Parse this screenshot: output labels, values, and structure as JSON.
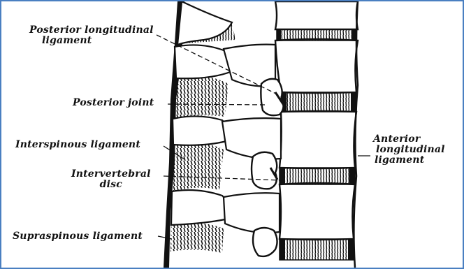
{
  "labels": {
    "posterior_longitudinal": [
      "Posterior longitudinal",
      "ligament"
    ],
    "posterior_joint": "Posterior joint",
    "interspinous": "Interspinous ligament",
    "intervertebral": [
      "Intervertebral",
      "disc"
    ],
    "supraspinous": "Supraspinous ligament",
    "anterior_longitudinal": [
      "Anterior",
      "longitudinal",
      "ligament"
    ]
  },
  "colors": {
    "ink": "#111111",
    "frame": "#4a7fc1",
    "paper": "#ffffff"
  }
}
